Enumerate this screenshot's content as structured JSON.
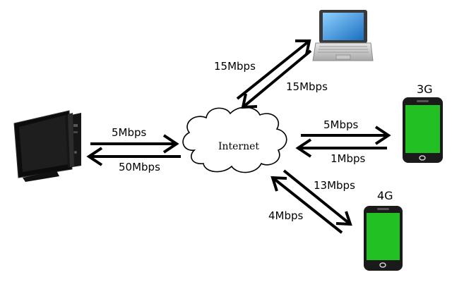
{
  "cloud": {
    "label": "Internet"
  },
  "devices": {
    "desktop": {
      "icon": "desktop-computer-icon"
    },
    "laptop": {
      "icon": "laptop-icon"
    },
    "phone_3g": {
      "icon": "smartphone-icon",
      "label": "3G"
    },
    "phone_4g": {
      "icon": "smartphone-icon",
      "label": "4G"
    }
  },
  "links": {
    "desktop_up": "5Mbps",
    "desktop_down": "50Mbps",
    "laptop_up": "15Mbps",
    "laptop_down": "15Mbps",
    "phone_3g_down": "5Mbps",
    "phone_3g_up": "1Mbps",
    "phone_4g_down": "13Mbps",
    "phone_4g_up": "4Mbps"
  },
  "colors": {
    "phone_screen": "#22c022",
    "desktop_body": "#111111",
    "laptop_screen": "#3a8fd8"
  }
}
